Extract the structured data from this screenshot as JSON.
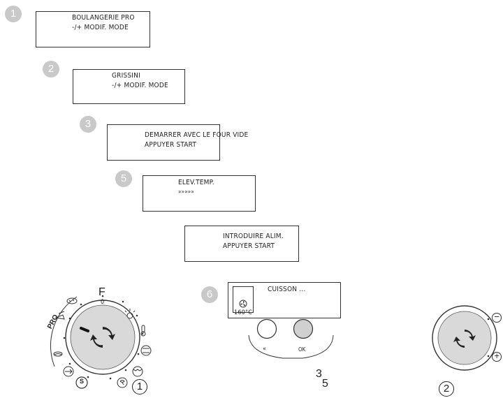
{
  "steps": {
    "s1": {
      "badge": "1",
      "line1": "BOULANGERIE PRO",
      "line2": "-/+ MODIF. MODE"
    },
    "s2": {
      "badge": "2",
      "line1": "GRISSINI",
      "line2": "-/+ MODIF. MODE"
    },
    "s3": {
      "badge": "3",
      "line1": "DEMARRER AVEC LE FOUR VIDE",
      "line2": "APPUYER START"
    },
    "s5": {
      "badge": "5",
      "line1": "ELEV.TEMP.",
      "line2": "»»»»»"
    },
    "s4": {
      "line1": "INTRODUIRE ALIM.",
      "line2": "APPUYER START"
    },
    "s6": {
      "badge": "6",
      "line1": "CUISSON ...",
      "temp": "160°C"
    }
  },
  "mode_dial": {
    "top_letter": "F",
    "zero_mark": "0",
    "pro_label": "PRO",
    "s_label": "S",
    "callout": "1"
  },
  "buttons": {
    "left_label": "«",
    "right_label": "OK",
    "callout_a": "3",
    "callout_b": "5"
  },
  "temp_dial": {
    "minus": "−",
    "plus": "+",
    "callout": "2"
  }
}
